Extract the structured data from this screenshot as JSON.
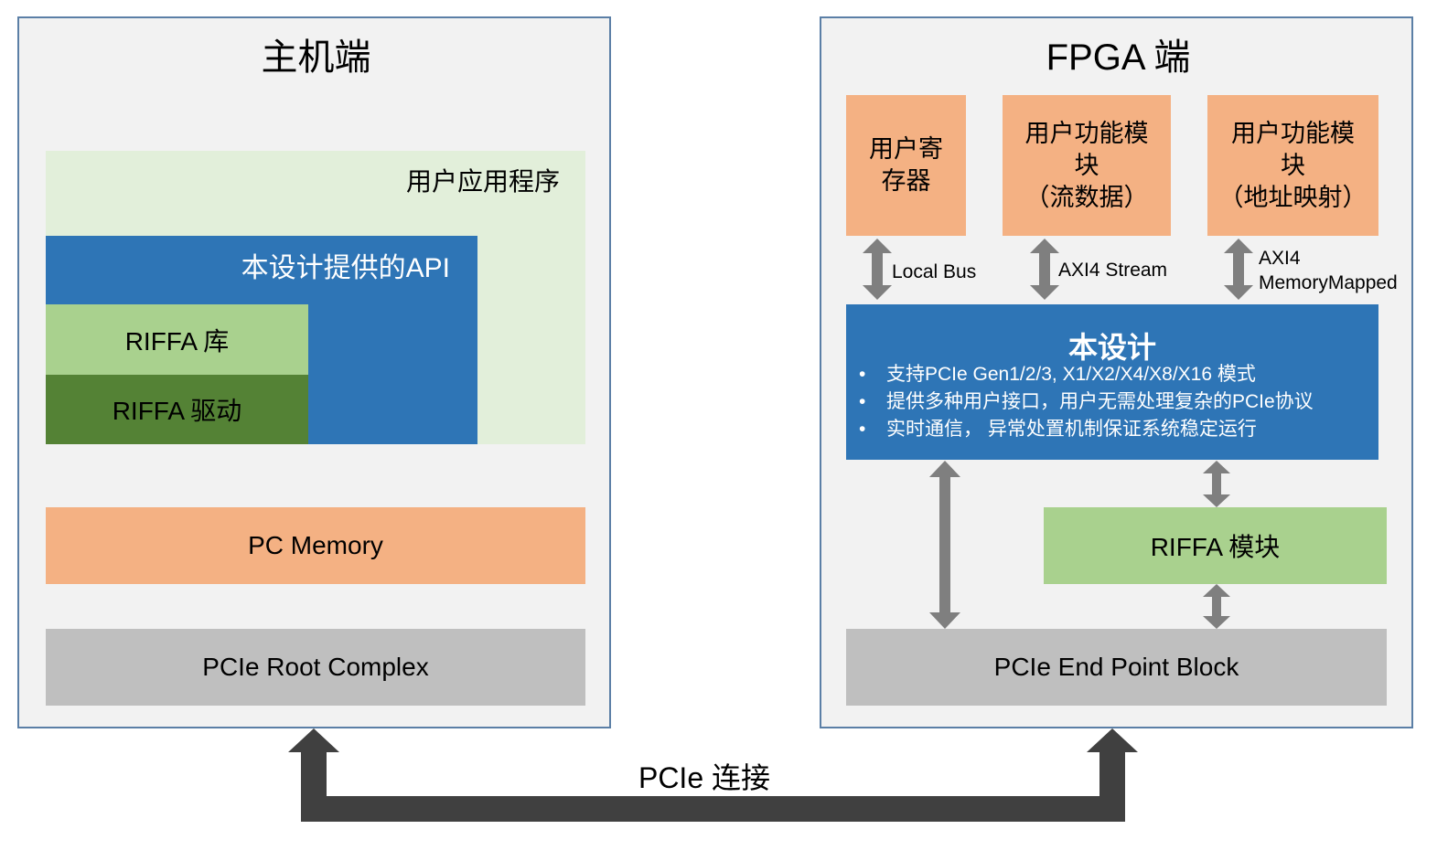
{
  "host": {
    "title": "主机端",
    "app": "用户应用程序",
    "api": "本设计提供的API",
    "riffa_lib": "RIFFA 库",
    "riffa_driver": "RIFFA 驱动",
    "pc_memory": "PC Memory",
    "root_complex": "PCIe Root Complex"
  },
  "fpga": {
    "title": "FPGA 端",
    "user_modules": [
      {
        "lines": [
          "用户寄",
          "存器"
        ]
      },
      {
        "lines": [
          "用户功能模",
          "块",
          "（流数据）"
        ]
      },
      {
        "lines": [
          "用户功能模",
          "块",
          "（地址映射）"
        ]
      }
    ],
    "bus_labels": [
      {
        "lines": [
          "Local Bus"
        ]
      },
      {
        "lines": [
          "AXI4 Stream"
        ]
      },
      {
        "lines": [
          "AXI4",
          "MemoryMapped"
        ]
      }
    ],
    "design": {
      "title": "本设计",
      "features": [
        "支持PCIe Gen1/2/3, X1/X2/X4/X8/X16 模式",
        "提供多种用户接口，用户无需处理复杂的PCIe协议",
        "实时通信， 异常处置机制保证系统稳定运行"
      ]
    },
    "riffa_module": "RIFFA 模块",
    "endpoint": "PCIe End Point Block"
  },
  "link": {
    "label": "PCIe 连接"
  },
  "colors": {
    "panel_bg": "#f2f2f2",
    "panel_border": "#5b7fa6",
    "orange": "#f4b183",
    "gray": "#bfbfbf",
    "light_green": "#a9d18e",
    "dark_green": "#548235",
    "blue": "#2e75b6",
    "pale_green": "#e2efda",
    "arrow_gray": "#7f7f7f",
    "link_arrow": "#404040"
  }
}
